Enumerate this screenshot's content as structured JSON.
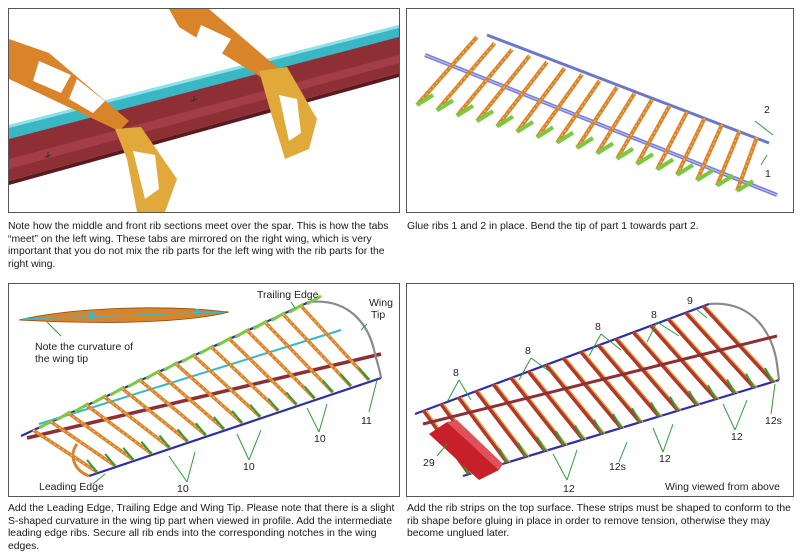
{
  "panels": [
    {
      "caption": "Note how the middle and front rib sections meet over the spar. This is how the tabs “meet” on the left wing. These tabs are mirrored on the right wing, which is very important that you do not mix the rib parts for the left wing with the rib parts for the right wing."
    },
    {
      "caption": "Glue ribs 1 and 2 in place. Bend the tip of part 1 towards part 2.",
      "labels": {
        "part_2": "2",
        "part_1": "1"
      }
    },
    {
      "caption": "Add the Leading Edge, Trailing Edge and Wing Tip. Please note that there is a slight S-shaped curvature in the wing tip part when viewed in profile. Add the intermediate leading edge ribs. Secure all rib ends into the corresponding notches in the wing edges.",
      "labels": {
        "trailing_edge": "Trailing Edge",
        "wing_tip_line1": "Wing",
        "wing_tip_line2": "Tip",
        "curvature_line1": "Note the curvature of",
        "curvature_line2": "the wing tip",
        "leading_edge": "Leading Edge",
        "part_11": "11",
        "part_10": "10"
      }
    },
    {
      "caption": "Add the rib strips on the top surface. These strips must be shaped to conform to the rib shape before gluing in place in order to remove tension, otherwise they may become unglued later.",
      "labels": {
        "part_8": "8",
        "part_9": "9",
        "part_12": "12",
        "part_12s": "12s",
        "part_29": "29",
        "view_note": "Wing viewed from above"
      }
    }
  ]
}
